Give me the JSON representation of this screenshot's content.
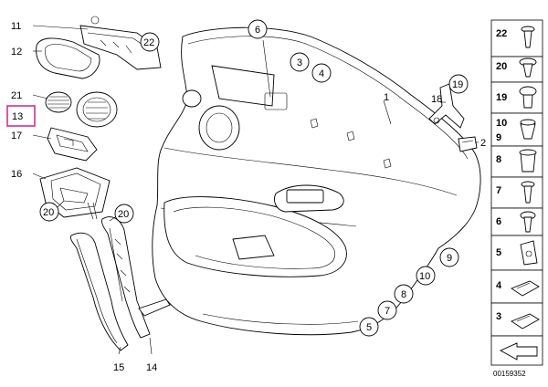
{
  "diagram": {
    "document_number": "00159352",
    "highlight_color": "#d6308a",
    "highlighted_part": "13",
    "callouts": {
      "c1": "1",
      "c2": "2",
      "c3": "3",
      "c4": "4",
      "c5": "5",
      "c6": "6",
      "c7": "7",
      "c8": "8",
      "c9": "9",
      "c10": "10",
      "c11": "11",
      "c12": "12",
      "c13": "13",
      "c14": "14",
      "c15": "15",
      "c16": "16",
      "c17": "17",
      "c18": "18",
      "c19": "19",
      "c20a": "20",
      "c20b": "20",
      "c21": "21",
      "c22": "22"
    },
    "fasteners": [
      {
        "label": "22"
      },
      {
        "label": "20"
      },
      {
        "label": "19"
      },
      {
        "label": "10"
      },
      {
        "label": "9"
      },
      {
        "label": "8"
      },
      {
        "label": "7"
      },
      {
        "label": "6"
      },
      {
        "label": "5"
      },
      {
        "label": "4"
      },
      {
        "label": "3"
      }
    ]
  }
}
